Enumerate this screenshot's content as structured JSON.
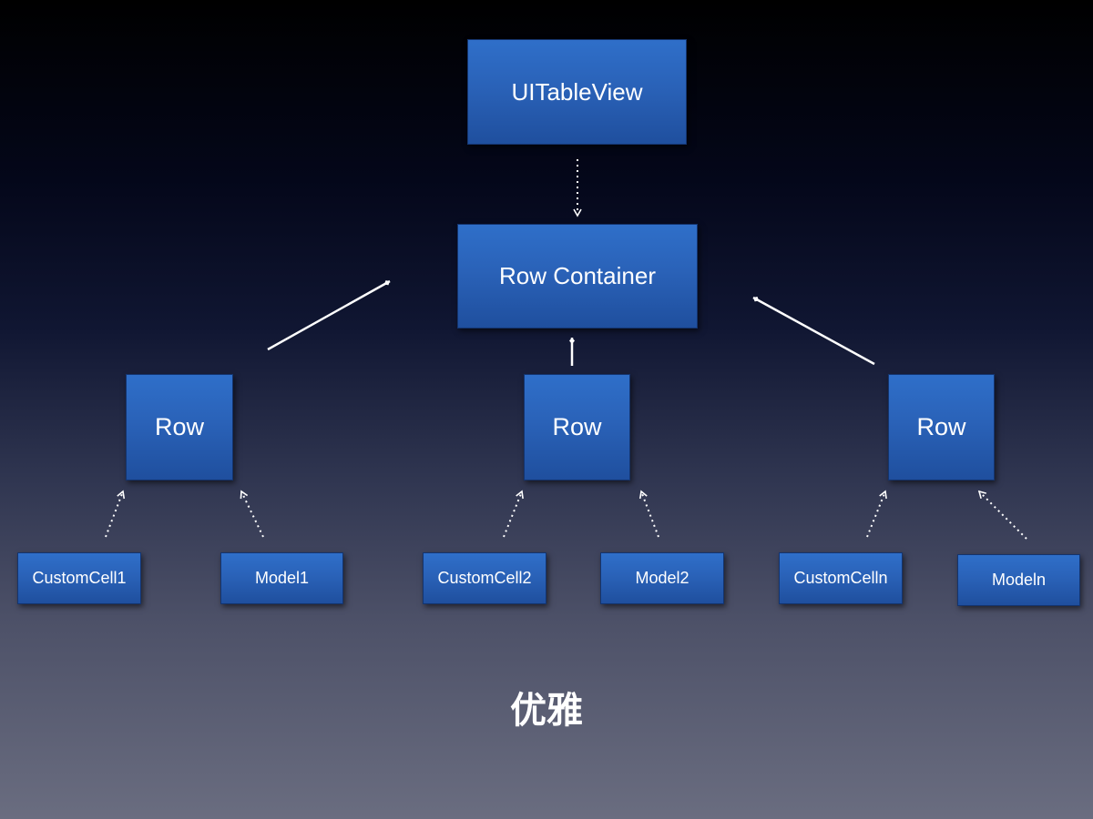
{
  "diagram": {
    "nodes": {
      "table_view": "UITableView",
      "row_container": "Row Container",
      "row_1": "Row",
      "row_2": "Row",
      "row_3": "Row",
      "custom_cell_1": "CustomCell1",
      "model_1": "Model1",
      "custom_cell_2": "CustomCell2",
      "model_2": "Model2",
      "custom_cell_n": "CustomCelln",
      "model_n": "Modeln"
    },
    "caption": "优雅"
  },
  "colors": {
    "box_fill": "#2a62b8",
    "line": "#ffffff",
    "background_top": "#000000",
    "background_bottom": "#6a6d80"
  }
}
